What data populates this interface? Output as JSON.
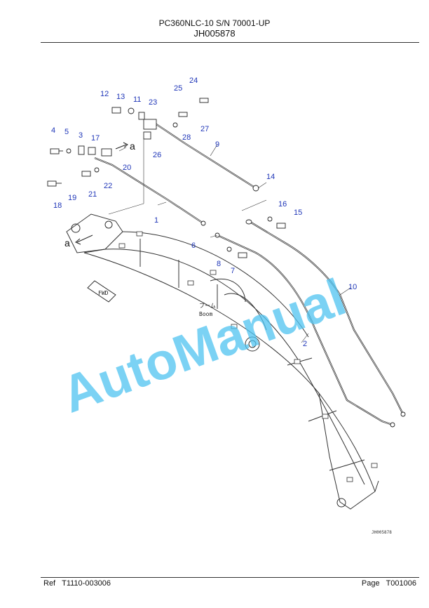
{
  "header": {
    "model": "PC360NLC-10 S/N 70001-UP",
    "code": "JH005878"
  },
  "footer": {
    "ref_label": "Ref",
    "ref_value": "T1110-003006",
    "page_label": "Page",
    "page_value": "T001006"
  },
  "diagram": {
    "image_code": "JH005878",
    "boom_label_jp": "ブーム",
    "boom_label_en": "Boom",
    "fwd_label": "FWD",
    "watermark": "AutoManual",
    "detail_letter": "a",
    "callouts": [
      "1",
      "2",
      "3",
      "4",
      "5",
      "6",
      "7",
      "8",
      "9",
      "10",
      "11",
      "12",
      "13",
      "14",
      "15",
      "16",
      "17",
      "18",
      "19",
      "20",
      "21",
      "22",
      "23",
      "24",
      "25",
      "26",
      "27",
      "28"
    ],
    "colors": {
      "callout": "#1f36b8",
      "watermark": "#4fc3f0",
      "line": "#222222"
    }
  }
}
